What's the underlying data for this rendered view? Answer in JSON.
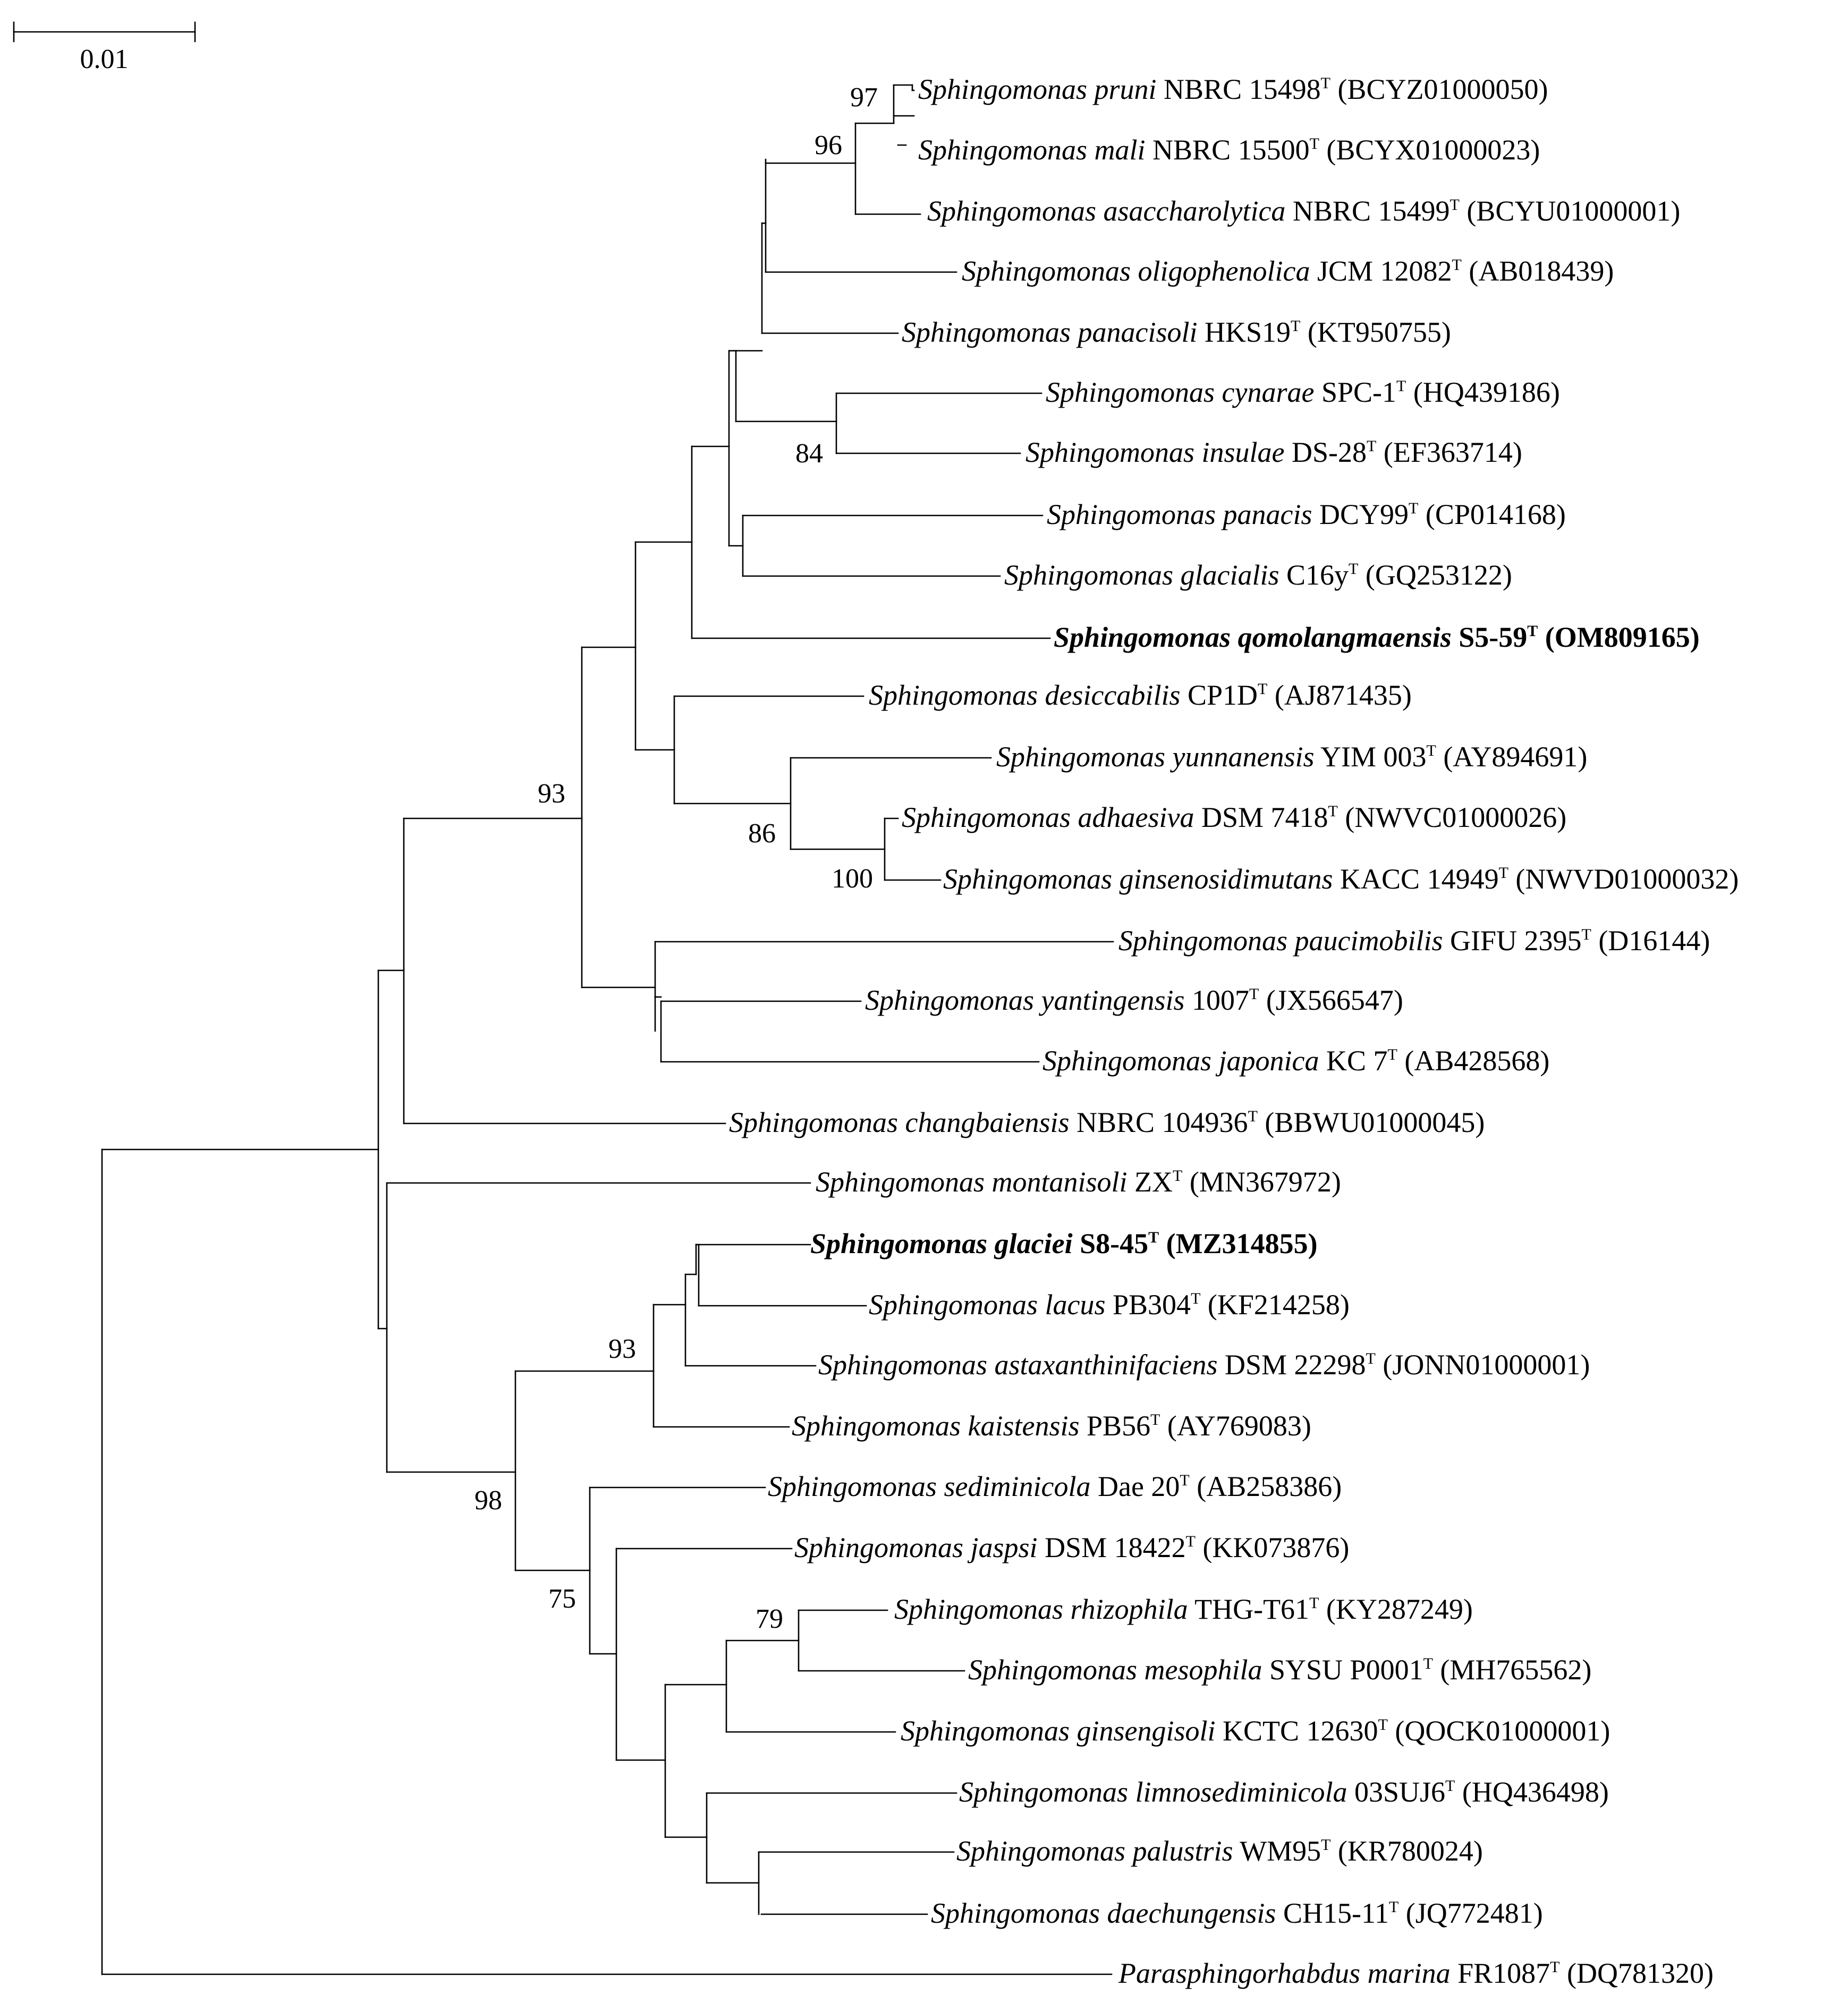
{
  "scale_bar": {
    "label": "0.01"
  },
  "taxa": [
    {
      "species": "Sphingomonas pruni",
      "strain": "NBRC 15498",
      "type_mark": "T",
      "accession": "(BCYZ01000050)",
      "bold": false
    },
    {
      "species": "Sphingomonas mali",
      "strain": "NBRC 15500",
      "type_mark": "T",
      "accession": "(BCYX01000023)",
      "bold": false
    },
    {
      "species": "Sphingomonas asaccharolytica",
      "strain": "NBRC 15499",
      "type_mark": "T",
      "accession": "(BCYU01000001)",
      "bold": false
    },
    {
      "species": "Sphingomonas oligophenolica",
      "strain": "JCM 12082",
      "type_mark": "T",
      "accession": "(AB018439)",
      "bold": false
    },
    {
      "species": "Sphingomonas panacisoli",
      "strain": "HKS19",
      "type_mark": "T",
      "accession": "(KT950755)",
      "bold": false
    },
    {
      "species": "Sphingomonas cynarae",
      "strain": "SPC-1",
      "type_mark": "T",
      "accession": "(HQ439186)",
      "bold": false
    },
    {
      "species": "Sphingomonas insulae",
      "strain": "DS-28",
      "type_mark": "T",
      "accession": "(EF363714)",
      "bold": false
    },
    {
      "species": "Sphingomonas panacis",
      "strain": "DCY99",
      "type_mark": "T",
      "accession": "(CP014168)",
      "bold": false
    },
    {
      "species": "Sphingomonas glacialis",
      "strain": "C16y",
      "type_mark": "T",
      "accession": "(GQ253122)",
      "bold": false
    },
    {
      "species": "Sphingomonas qomolangmaensis",
      "strain": "S5-59",
      "type_mark": "T",
      "accession": "(OM809165)",
      "bold": true
    },
    {
      "species": "Sphingomonas desiccabilis",
      "strain": "CP1D",
      "type_mark": "T",
      "accession": "(AJ871435)",
      "bold": false
    },
    {
      "species": "Sphingomonas yunnanensis",
      "strain": "YIM 003",
      "type_mark": "T",
      "accession": "(AY894691)",
      "bold": false
    },
    {
      "species": "Sphingomonas adhaesiva",
      "strain": "DSM 7418",
      "type_mark": "T",
      "accession": "(NWVC01000026)",
      "bold": false
    },
    {
      "species": "Sphingomonas ginsenosidimutans",
      "strain": "KACC 14949",
      "type_mark": "T",
      "accession": "(NWVD01000032)",
      "bold": false
    },
    {
      "species": "Sphingomonas paucimobilis",
      "strain": "GIFU 2395",
      "type_mark": "T",
      "accession": "(D16144)",
      "bold": false
    },
    {
      "species": "Sphingomonas yantingensis",
      "strain": "1007",
      "type_mark": "T",
      "accession": "(JX566547)",
      "bold": false
    },
    {
      "species": "Sphingomonas japonica",
      "strain": "KC 7",
      "type_mark": "T",
      "accession": "(AB428568)",
      "bold": false
    },
    {
      "species": "Sphingomonas changbaiensis",
      "strain": "NBRC 104936",
      "type_mark": "T",
      "accession": "(BBWU01000045)",
      "bold": false
    },
    {
      "species": "Sphingomonas montanisoli",
      "strain": "ZX",
      "type_mark": "T",
      "accession": "(MN367972)",
      "bold": false
    },
    {
      "species": "Sphingomonas glaciei",
      "strain": "S8-45",
      "type_mark": "T",
      "accession": "(MZ314855)",
      "bold": true
    },
    {
      "species": "Sphingomonas lacus",
      "strain": "PB304",
      "type_mark": "T",
      "accession": "(KF214258)",
      "bold": false
    },
    {
      "species": "Sphingomonas astaxanthinifaciens",
      "strain": "DSM 22298",
      "type_mark": "T",
      "accession": "(JONN01000001)",
      "bold": false
    },
    {
      "species": "Sphingomonas kaistensis",
      "strain": "PB56",
      "type_mark": "T",
      "accession": "(AY769083)",
      "bold": false
    },
    {
      "species": "Sphingomonas sediminicola",
      "strain": "Dae 20",
      "type_mark": "T",
      "accession": "(AB258386)",
      "bold": false
    },
    {
      "species": "Sphingomonas jaspsi",
      "strain": "DSM 18422",
      "type_mark": "T",
      "accession": "(KK073876)",
      "bold": false
    },
    {
      "species": "Sphingomonas rhizophila",
      "strain": "THG-T61",
      "type_mark": "T",
      "accession": "(KY287249)",
      "bold": false
    },
    {
      "species": "Sphingomonas mesophila",
      "strain": "SYSU P0001",
      "type_mark": "T",
      "accession": "(MH765562)",
      "bold": false
    },
    {
      "species": "Sphingomonas ginsengisoli",
      "strain": "KCTC 12630",
      "type_mark": "T",
      "accession": "(QOCK01000001)",
      "bold": false
    },
    {
      "species": "Sphingomonas limnosediminicola",
      "strain": "03SUJ6",
      "type_mark": "T",
      "accession": "(HQ436498)",
      "bold": false
    },
    {
      "species": "Sphingomonas palustris",
      "strain": "WM95",
      "type_mark": "T",
      "accession": "(KR780024)",
      "bold": false
    },
    {
      "species": "Sphingomonas daechungensis",
      "strain": "CH15-11",
      "type_mark": "T",
      "accession": "(JQ772481)",
      "bold": false
    },
    {
      "species": "Parasphingorhabdus marina",
      "strain": "FR1087",
      "type_mark": "T",
      "accession": "(DQ781320)",
      "bold": false
    }
  ],
  "bootstrap_values": [
    "97",
    "96",
    "84",
    "93",
    "86",
    "100",
    "93",
    "98",
    "75",
    "79"
  ]
}
